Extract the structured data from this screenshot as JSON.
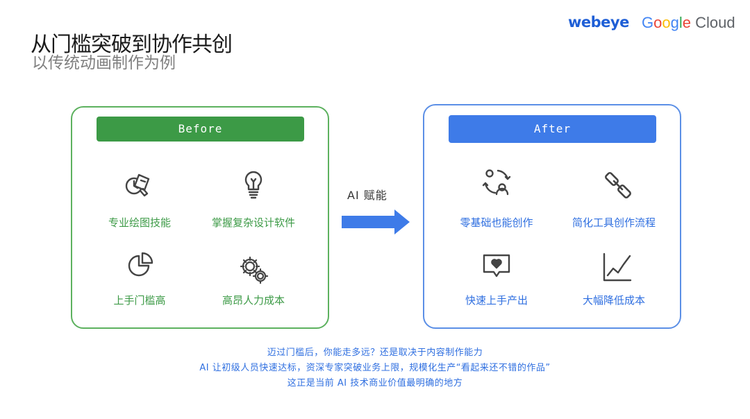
{
  "slide": {
    "title": "从门槛突破到协作共创",
    "subtitle": "以传统动画制作为例"
  },
  "logos": {
    "webeye": "webeye",
    "google_letters": [
      "G",
      "o",
      "o",
      "g",
      "l",
      "e"
    ],
    "google_colors": [
      "#4285F4",
      "#EA4335",
      "#FBBC05",
      "#4285F4",
      "#34A853",
      "#EA4335"
    ],
    "cloud": "Cloud"
  },
  "before": {
    "header": "Before",
    "accent": "#3c9a46",
    "items": [
      {
        "icon": "drawing-tools-icon",
        "label": "专业绘图技能"
      },
      {
        "icon": "lightbulb-icon",
        "label": "掌握复杂设计软件"
      },
      {
        "icon": "pie-chart-icon",
        "label": "上手门槛高"
      },
      {
        "icon": "gears-icon",
        "label": "高昂人力成本"
      }
    ]
  },
  "arrow": {
    "label": "AI 赋能",
    "color": "#3e7be8"
  },
  "after": {
    "header": "After",
    "accent": "#3e7be8",
    "items": [
      {
        "icon": "people-sync-icon",
        "label": "零基础也能创作"
      },
      {
        "icon": "chain-link-icon",
        "label": "简化工具创作流程"
      },
      {
        "icon": "heart-message-icon",
        "label": "快速上手产出"
      },
      {
        "icon": "line-chart-icon",
        "label": "大幅降低成本"
      }
    ]
  },
  "captions": [
    "迈过门槛后，你能走多远？还是取决于内容制作能力",
    "AI 让初级人员快速达标，资深专家突破业务上限，规模化生产“看起来还不错的作品”",
    "这正是当前 AI 技术商业价值最明确的地方"
  ]
}
